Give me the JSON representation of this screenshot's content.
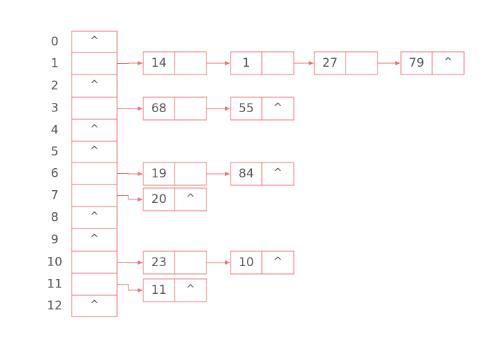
{
  "colors": {
    "stroke": "#f07070",
    "text": "#555555",
    "background": "#ffffff"
  },
  "slots": [
    {
      "index": "0",
      "pointer": "^",
      "chain": []
    },
    {
      "index": "1",
      "pointer": "",
      "chain": [
        {
          "value": "14",
          "next": ""
        },
        {
          "value": "1",
          "next": ""
        },
        {
          "value": "27",
          "next": ""
        },
        {
          "value": "79",
          "next": "^"
        }
      ]
    },
    {
      "index": "2",
      "pointer": "^",
      "chain": []
    },
    {
      "index": "3",
      "pointer": "",
      "chain": [
        {
          "value": "68",
          "next": ""
        },
        {
          "value": "55",
          "next": "^"
        }
      ]
    },
    {
      "index": "4",
      "pointer": "^",
      "chain": []
    },
    {
      "index": "5",
      "pointer": "^",
      "chain": []
    },
    {
      "index": "6",
      "pointer": "",
      "chain": [
        {
          "value": "19",
          "next": ""
        },
        {
          "value": "84",
          "next": "^"
        }
      ]
    },
    {
      "index": "7",
      "pointer": "",
      "chain": [
        {
          "value": "20",
          "next": "^"
        }
      ]
    },
    {
      "index": "8",
      "pointer": "^",
      "chain": []
    },
    {
      "index": "9",
      "pointer": "^",
      "chain": []
    },
    {
      "index": "10",
      "pointer": "",
      "chain": [
        {
          "value": "23",
          "next": ""
        },
        {
          "value": "10",
          "next": "^"
        }
      ]
    },
    {
      "index": "11",
      "pointer": "",
      "chain": [
        {
          "value": "11",
          "next": "^"
        }
      ]
    },
    {
      "index": "12",
      "pointer": "^",
      "chain": []
    }
  ]
}
